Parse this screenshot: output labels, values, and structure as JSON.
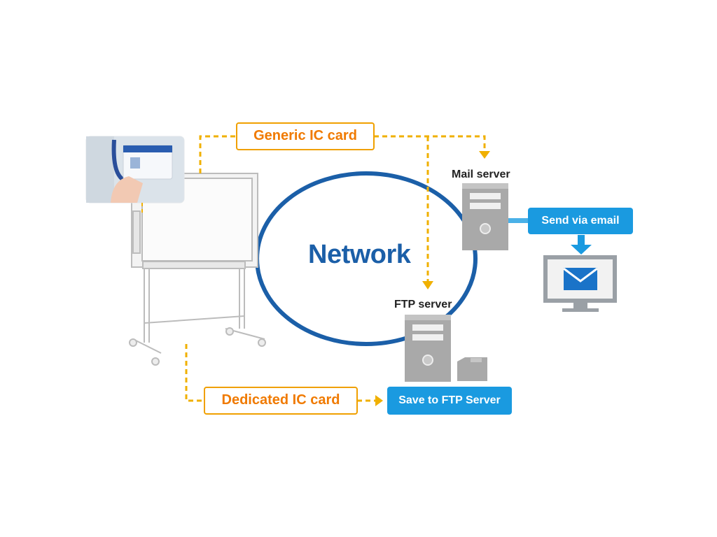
{
  "labels": {
    "generic_card": "Generic IC card",
    "dedicated_card": "Dedicated IC card",
    "network": "Network",
    "mail_server": "Mail server",
    "ftp_server": "FTP server",
    "send_email": "Send via email",
    "save_ftp": "Save to FTP Server"
  },
  "icons": {
    "whiteboard": "electronic-whiteboard-icon",
    "id_card_photo": "id-card-photo-icon",
    "mail_server": "server-tower-icon",
    "ftp_server": "server-tower-icon",
    "storage_card": "sd-card-icon",
    "monitor": "monitor-icon",
    "envelope": "envelope-icon"
  },
  "colors": {
    "network_ring": "#1b5fa8",
    "dashed_path": "#f0b000",
    "card_label_text": "#f07a00",
    "action_box": "#1a9ae0",
    "server_gray": "#a9a9a9"
  }
}
